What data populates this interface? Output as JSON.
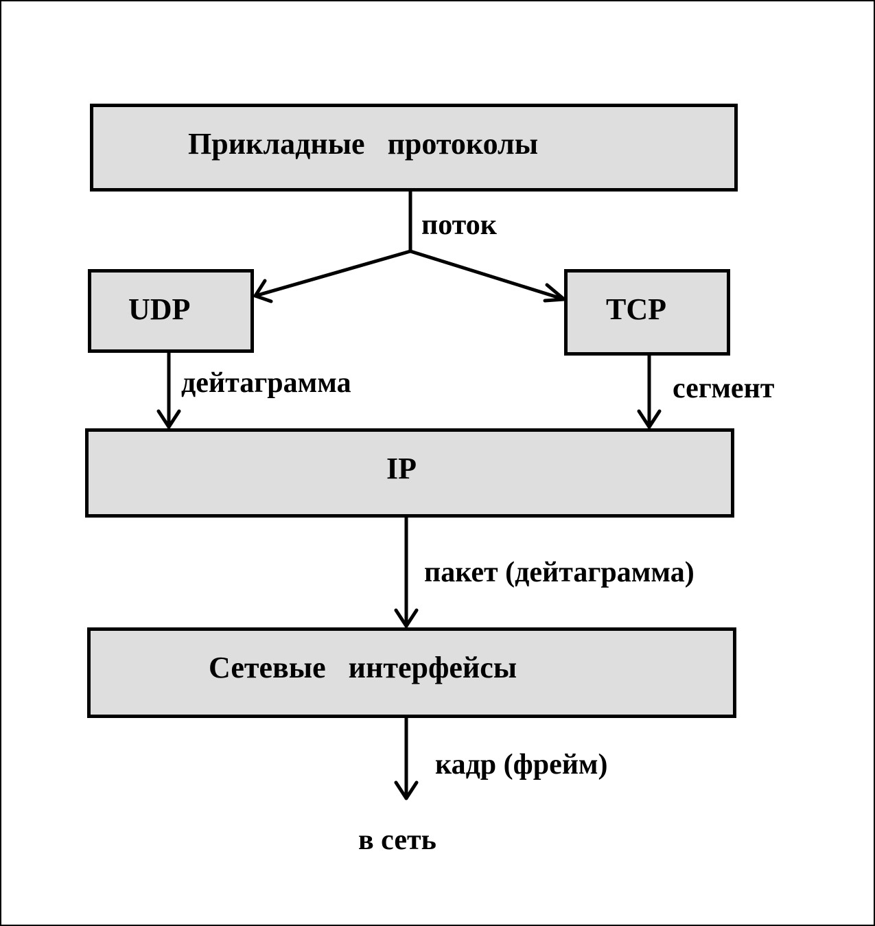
{
  "layers": {
    "application": "Прикладные   протоколы",
    "udp": "UDP",
    "tcp": "TCP",
    "ip": "IP",
    "network_interfaces": "Сетевые   интерфейсы"
  },
  "data_units": {
    "stream": "поток",
    "datagram": "дейтаграмма",
    "segment": "сегмент",
    "packet": "пакет (дейтаграмма)",
    "frame": "кадр (фрейм)"
  },
  "destination": "в сеть"
}
